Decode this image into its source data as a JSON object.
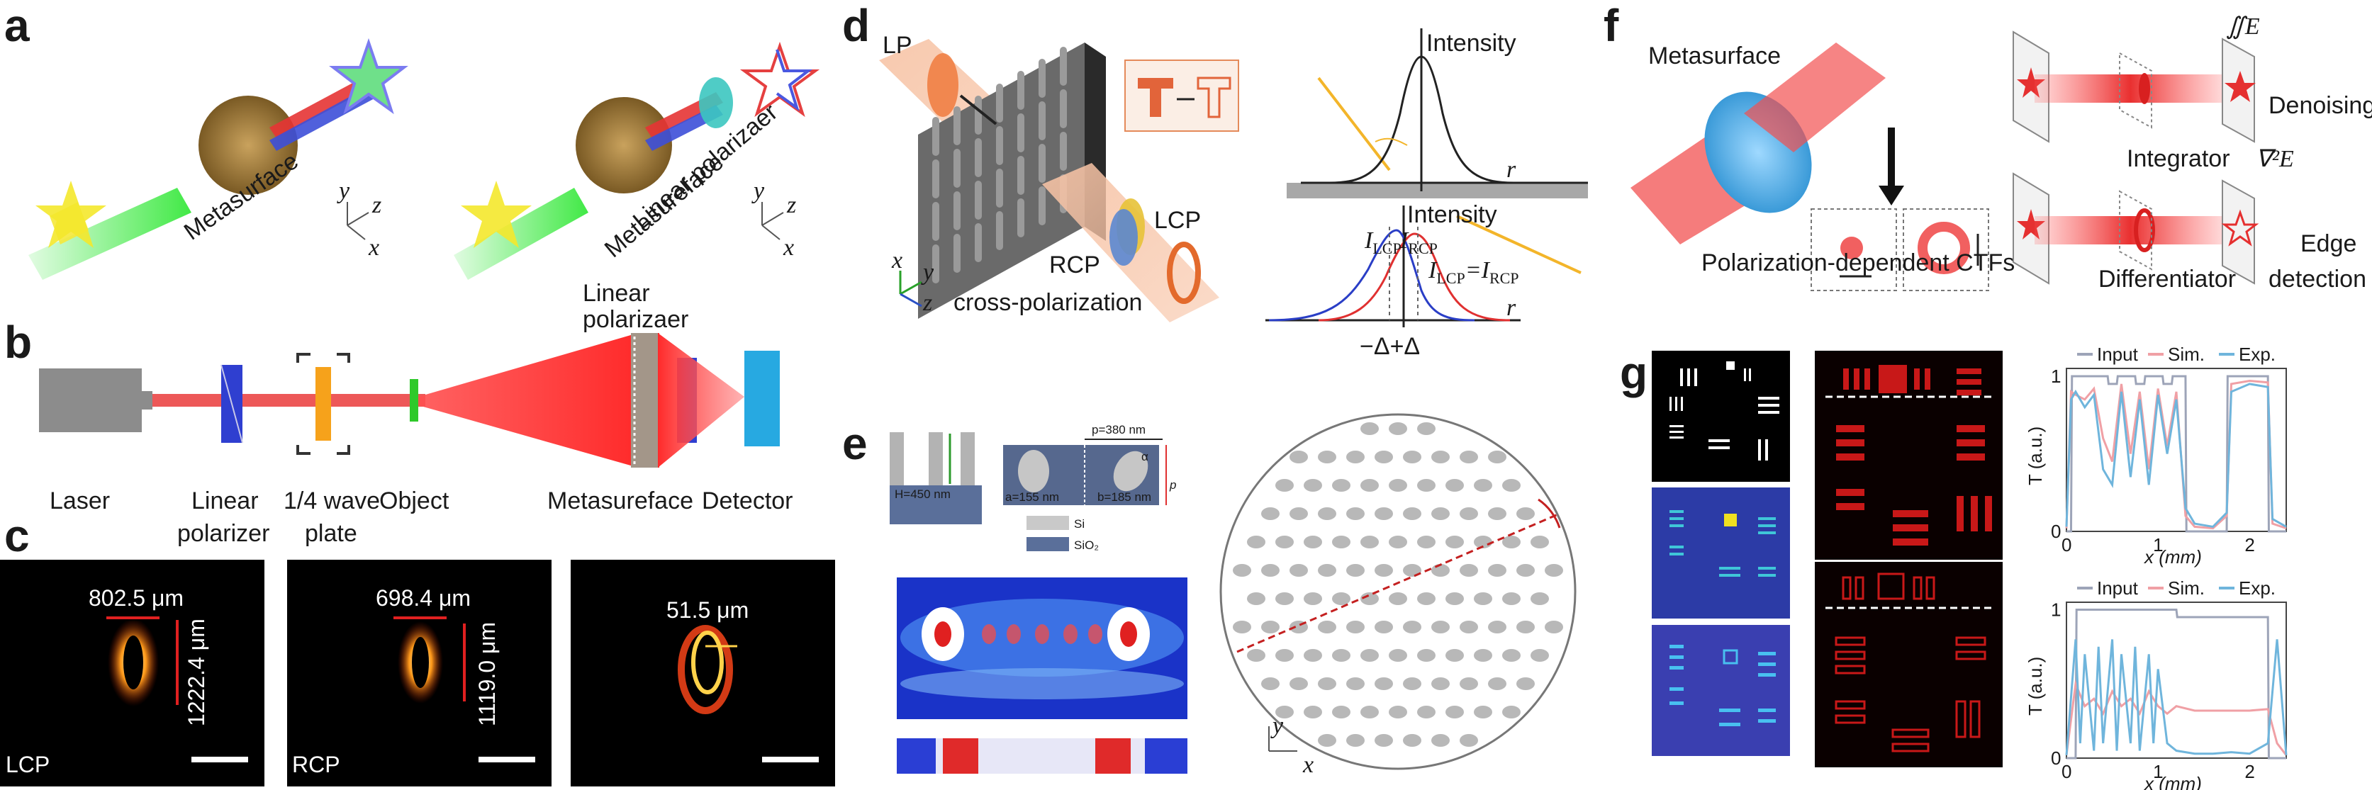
{
  "panels": {
    "a": {
      "letter": "a",
      "metasurface": "Metasurface",
      "linear_polarizer": "Linear polarizaer",
      "metasureface": "Metasureface",
      "axis_x": "x",
      "axis_y": "y",
      "axis_z": "z"
    },
    "b": {
      "letter": "b",
      "linear_polarizer_top_1": "Linear",
      "linear_polarizer_top_2": "polarizaer",
      "laser": "Laser",
      "linear_polarizer_1": "Linear",
      "linear_polarizer_2": "polarizer",
      "wave_plate_1": "1/4 wave",
      "wave_plate_2": "plate",
      "object": "Object",
      "metasurface": "Metasureface",
      "detector": "Detector"
    },
    "c": {
      "letter": "c",
      "img1_width": "802.5 μm",
      "img1_height": "1222.4 μm",
      "img1_label": "LCP",
      "img2_width": "698.4 μm",
      "img2_height": "1119.0 μm",
      "img2_label": "RCP",
      "img3_width": "51.5 μm"
    },
    "d": {
      "letter": "d",
      "lp": "LP",
      "lcp": "LCP",
      "rcp": "RCP",
      "cross_pol": "cross-polarization",
      "axis_x": "x",
      "axis_y": "y",
      "axis_z": "z",
      "intensity_top": "Intensity",
      "r_top": "r",
      "intensity_bottom": "Intensity",
      "i_lcp": "I",
      "i_lcp_sub": "LCP",
      "i_rcp": "I",
      "i_rcp_sub": "RCP",
      "eq_lhs": "I",
      "eq_lhs_sub": "LCP",
      "eq_mid": "=I",
      "eq_rhs_sub": "RCP",
      "r_bottom": "r",
      "delta": "−Δ+Δ"
    },
    "e": {
      "letter": "e",
      "h": "H=450 nm",
      "p": "p=380 nm",
      "a": "a=155 nm",
      "b": "b=185 nm",
      "p_short": "p",
      "alpha": "α",
      "si": "Si",
      "sio2": "SiO₂",
      "axis_x": "x",
      "axis_y": "y"
    },
    "f": {
      "letter": "f",
      "metasurface": "Metasurface",
      "integral": "∬E",
      "denoising": "Denoising",
      "integrator": "Integrator",
      "laplacian": "∇²E",
      "edge_1": "Edge",
      "edge_2": "detection",
      "differentiator": "Differentiator",
      "ctf": "Polarization-dependent CTFs"
    },
    "g": {
      "letter": "g",
      "legend": [
        "Input",
        "Sim.",
        "Exp."
      ],
      "ylabel": "T (a.u.)",
      "xlabel": "x (mm)",
      "ticks_y": [
        "0",
        "1"
      ],
      "ticks_x": [
        "0",
        "1",
        "2"
      ]
    }
  },
  "colors": {
    "red_beam": "#e8312f",
    "blue_beam": "#3a48d8",
    "green_beam": "#2bd43b",
    "metasurface_gold": "#a6803d",
    "input_line": "#9da4b8",
    "sim_line": "#f0a0a5",
    "exp_line": "#6fb5dc"
  },
  "chart_data": [
    {
      "type": "line",
      "title": "",
      "xlabel": "x (mm)",
      "ylabel": "T (a.u.)",
      "xlim": [
        0,
        2.4
      ],
      "ylim": [
        0,
        1.05
      ],
      "series": [
        {
          "name": "Input",
          "x": [
            0,
            0.05,
            0.06,
            0.45,
            0.46,
            0.55,
            0.56,
            0.75,
            0.76,
            0.85,
            0.86,
            1.05,
            1.06,
            1.15,
            1.16,
            1.3,
            1.31,
            1.75,
            1.76,
            2.2,
            2.21,
            2.4
          ],
          "values": [
            0,
            0,
            1,
            1,
            0.95,
            0.95,
            1,
            1,
            0.95,
            0.95,
            1,
            1,
            0.95,
            0.95,
            1,
            1,
            0,
            0,
            1,
            1,
            0,
            0
          ]
        },
        {
          "name": "Sim.",
          "x": [
            0,
            0.05,
            0.1,
            0.2,
            0.3,
            0.4,
            0.5,
            0.6,
            0.7,
            0.8,
            0.9,
            1.0,
            1.1,
            1.2,
            1.3,
            1.4,
            1.6,
            1.75,
            1.8,
            2.0,
            2.2,
            2.25,
            2.4
          ],
          "values": [
            0.02,
            0.9,
            0.88,
            0.85,
            0.92,
            0.6,
            0.45,
            0.95,
            0.5,
            0.9,
            0.4,
            0.92,
            0.55,
            0.9,
            0.1,
            0.03,
            0.02,
            0.1,
            0.95,
            0.97,
            0.96,
            0.05,
            0.02
          ]
        },
        {
          "name": "Exp.",
          "x": [
            0,
            0.05,
            0.1,
            0.2,
            0.3,
            0.4,
            0.5,
            0.6,
            0.7,
            0.8,
            0.9,
            1.0,
            1.1,
            1.2,
            1.3,
            1.4,
            1.6,
            1.75,
            1.8,
            2.0,
            2.2,
            2.25,
            2.4
          ],
          "values": [
            0.03,
            0.85,
            0.9,
            0.8,
            0.88,
            0.4,
            0.3,
            0.9,
            0.35,
            0.85,
            0.3,
            0.88,
            0.5,
            0.85,
            0.15,
            0.05,
            0.03,
            0.12,
            0.9,
            0.95,
            0.93,
            0.08,
            0.03
          ]
        }
      ]
    },
    {
      "type": "line",
      "title": "",
      "xlabel": "x (mm)",
      "ylabel": "T (a.u.)",
      "xlim": [
        0,
        2.4
      ],
      "ylim": [
        0,
        1.05
      ],
      "series": [
        {
          "name": "Input",
          "x": [
            0,
            0.1,
            0.11,
            1.2,
            1.21,
            2.2,
            2.21,
            2.4
          ],
          "values": [
            0,
            0,
            1,
            1,
            0.95,
            0.95,
            0,
            0
          ]
        },
        {
          "name": "Sim.",
          "x": [
            0,
            0.1,
            0.2,
            0.3,
            0.4,
            0.5,
            0.6,
            0.7,
            0.8,
            0.9,
            1.0,
            1.1,
            1.2,
            1.4,
            1.6,
            1.8,
            2.0,
            2.2,
            2.3,
            2.4
          ],
          "values": [
            0.02,
            0.5,
            0.35,
            0.4,
            0.3,
            0.45,
            0.35,
            0.4,
            0.3,
            0.45,
            0.35,
            0.3,
            0.35,
            0.32,
            0.32,
            0.32,
            0.32,
            0.33,
            0.1,
            0.02
          ]
        },
        {
          "name": "Exp.",
          "x": [
            0,
            0.1,
            0.15,
            0.2,
            0.3,
            0.35,
            0.4,
            0.5,
            0.55,
            0.6,
            0.7,
            0.75,
            0.8,
            0.9,
            0.95,
            1.0,
            1.1,
            1.2,
            1.4,
            1.6,
            1.8,
            2.0,
            2.2,
            2.3,
            2.4
          ],
          "values": [
            0.02,
            0.8,
            0.1,
            0.7,
            0.05,
            0.75,
            0.1,
            0.8,
            0.05,
            0.7,
            0.1,
            0.75,
            0.05,
            0.7,
            0.1,
            0.6,
            0.1,
            0.05,
            0.03,
            0.03,
            0.04,
            0.03,
            0.1,
            0.8,
            0.02
          ]
        }
      ]
    }
  ]
}
